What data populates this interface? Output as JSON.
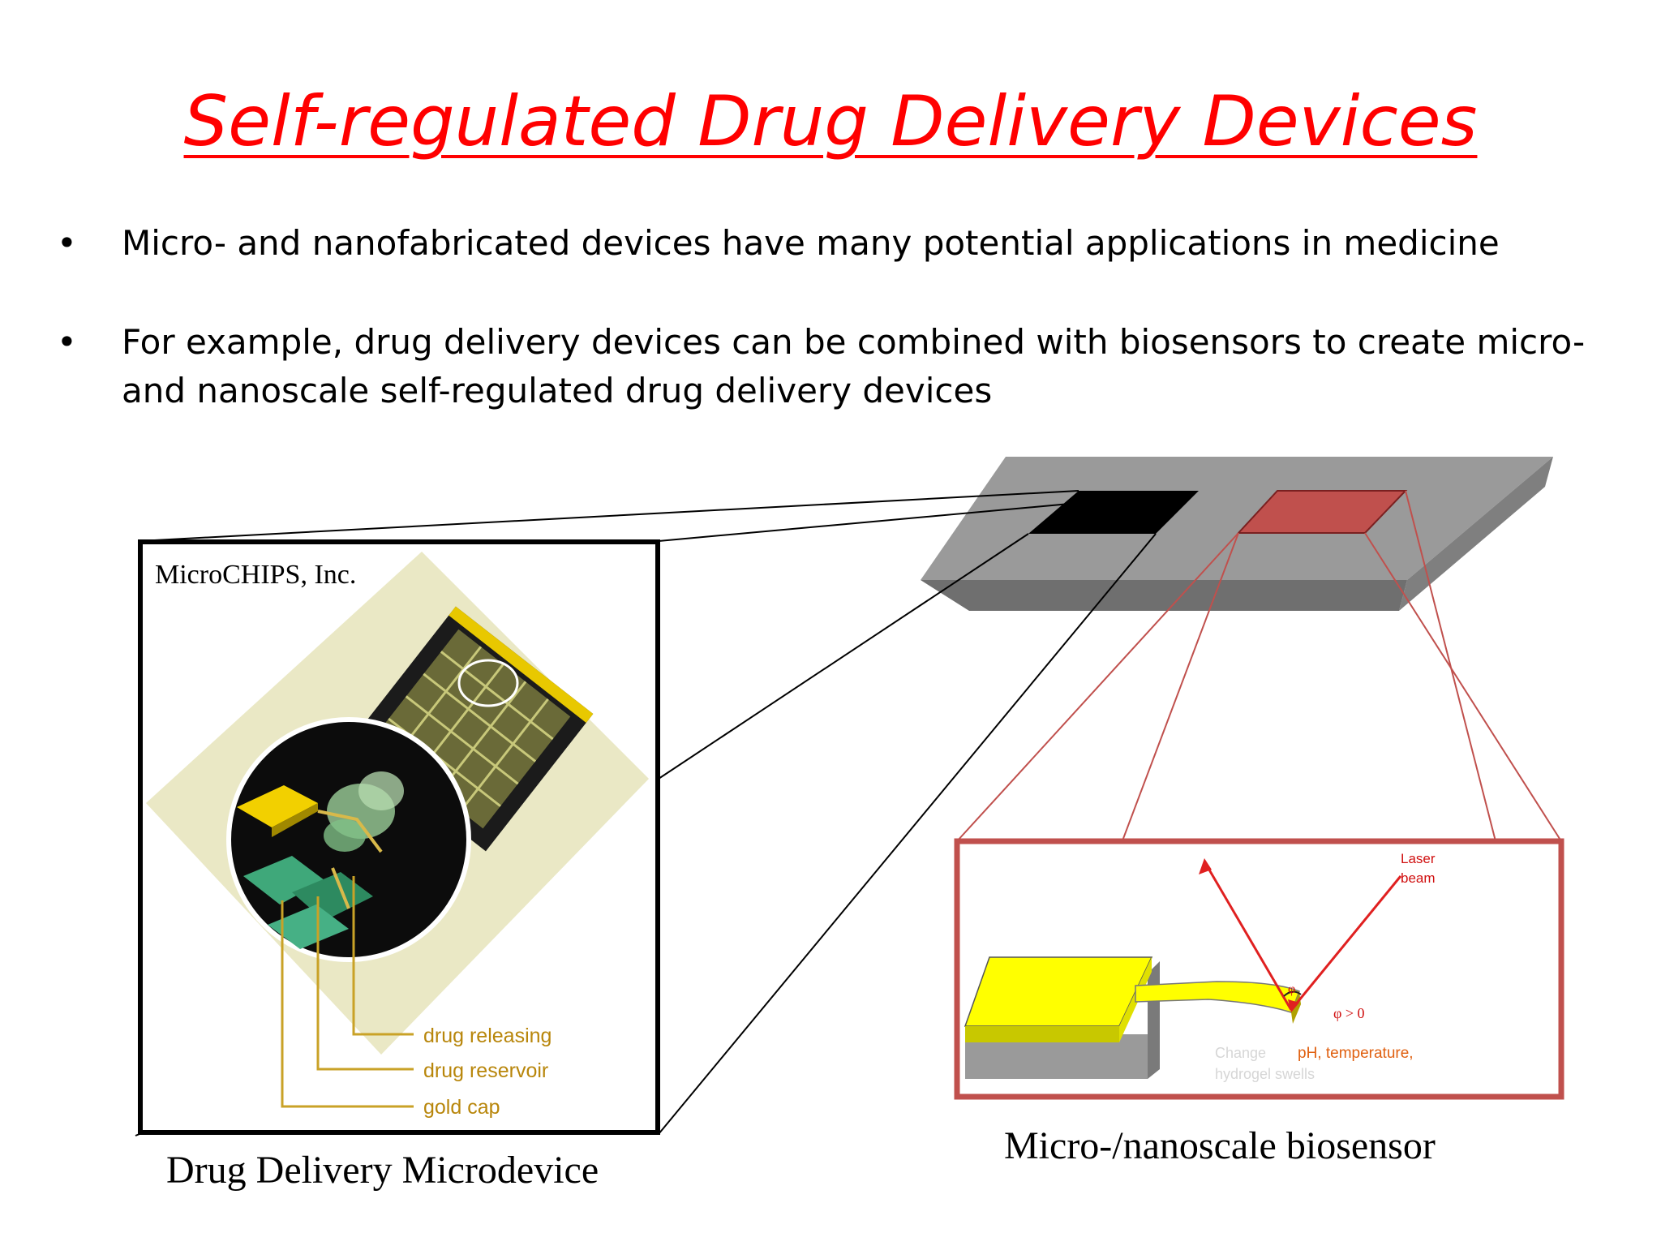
{
  "slide": {
    "title": "Self-regulated Drug Delivery Devices",
    "bullets": [
      {
        "marker": "•",
        "text": "Micro- and nanofabricated devices have many potential applications in medicine"
      },
      {
        "marker": "•",
        "text": "For example, drug delivery devices can be combined with biosensors to create micro- and nanoscale self-regulated drug delivery devices"
      }
    ]
  },
  "left_figure": {
    "company_label": "MicroCHIPS, Inc.",
    "callouts": [
      "drug releasing",
      "drug reservoir",
      "gold cap"
    ],
    "caption": "Drug Delivery Microdevice"
  },
  "right_figure": {
    "laser_label_line1": "Laser",
    "laser_label_line2": "beam",
    "phi_label": "φ",
    "phi_condition": "φ > 0",
    "stimulus_text_left": "Change",
    "stimulus_text_highlight": "pH, temperature,",
    "stimulus_text_line2": "hydrogel swells",
    "caption": "Micro-/nanoscale biosensor"
  },
  "colors": {
    "title": "#ff0000",
    "chip_body": "#999999",
    "black_zone": "#000000",
    "red_zone": "#c0504d",
    "sensor_frame": "#c0504d",
    "cantilever": "#ffff00",
    "laser": "#e02020",
    "callout_text": "#b8860b"
  }
}
